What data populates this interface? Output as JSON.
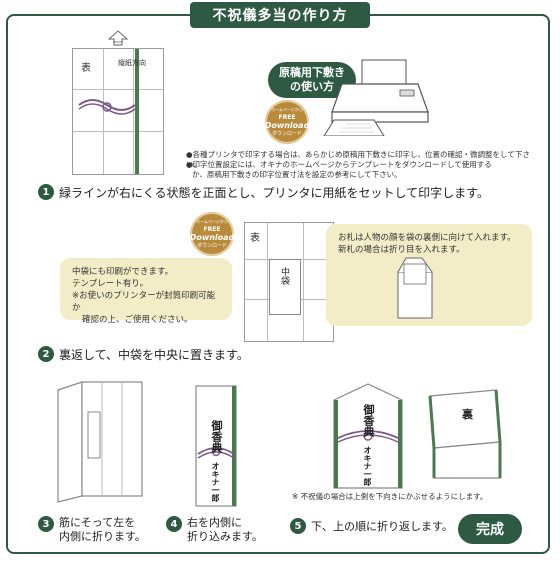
{
  "title": "不祝儀多当の作り方",
  "step0": {
    "paper_label": "表",
    "direction_label": "縦紙方向",
    "pill_text_1": "原稿用下敷き",
    "pill_text_2": "の使い方",
    "badge_top": "ホームページから",
    "badge_free": "FREE",
    "badge_main": "Download",
    "badge_sub": "ダウンロード",
    "note_1": "●各種プリンタで印字する場合は、あらかじめ原稿用下敷きに印字し、位置の確認・微調整をして下さい。",
    "note_2": "●印字位置設定には、オキナのホームページからテンプレートをダウンロードして使用する",
    "note_3": "か、原稿用下敷きの印字位置寸法を設定の参考にして下さい。"
  },
  "step1": {
    "number": "1",
    "text": "緑ラインが右にくる状態を正面とし、プリンタに用紙をセットして印字します。",
    "paper_label": "表",
    "inner_label": "中袋",
    "left_bubble_1": "中袋にも印刷ができます。",
    "left_bubble_2": "テンプレート有り。",
    "left_bubble_3": "※お使いのプリンターが封筒印刷可能か",
    "left_bubble_4": "確認の上、ご使用ください。",
    "right_bubble_1": "お札は人物の顔を袋の裏側に向けて入れます。",
    "right_bubble_2": "新札の場合は折り目を入れます。"
  },
  "step2": {
    "number": "2",
    "text": "裏返して、中袋を中央に置きます。"
  },
  "step3": {
    "number": "3",
    "text_1": "筋にそって左を",
    "text_2": "内側に折ります。"
  },
  "step4": {
    "number": "4",
    "text_1": "右を内側に",
    "text_2": "折り込みます。",
    "front_text": "御香典",
    "name_text": "オキナ一郎"
  },
  "step5": {
    "number": "5",
    "text": "下、上の順に折り返します。",
    "front_text": "御香典",
    "name_text": "オキナ一郎",
    "back_label": "裏",
    "note": "※ 不祝儀の場合は上側を下向きにかぶせるようにします。"
  },
  "complete_label": "完成",
  "colors": {
    "accent": "#2e5a43",
    "strip": "#4b7a4c",
    "bubble": "#f2ecc7",
    "badge": "#b98a3c",
    "mizuhiki": "#7b5a8a"
  }
}
